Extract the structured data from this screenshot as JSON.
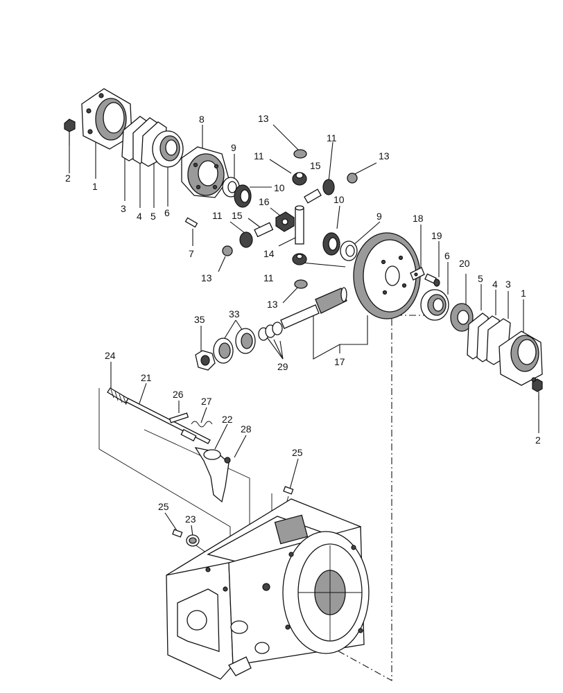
{
  "callouts": {
    "c1a": "1",
    "c2a": "2",
    "c3a": "3",
    "c4a": "4",
    "c5a": "5",
    "c6a": "6",
    "c7": "7",
    "c8": "8",
    "c9a": "9",
    "c10a": "10",
    "c11a": "11",
    "c11b": "11",
    "c11c": "11",
    "c11d": "11",
    "c13a": "13",
    "c13b": "13",
    "c13c": "13",
    "c13d": "13",
    "c14": "14",
    "c15a": "15",
    "c15b": "15",
    "c16": "16",
    "c10b": "10",
    "c9b": "9",
    "c17": "17",
    "c18": "18",
    "c19": "19",
    "c6b": "6",
    "c20": "20",
    "c5b": "5",
    "c4b": "4",
    "c3b": "3",
    "c1b": "1",
    "c2b": "2",
    "c21": "21",
    "c22": "22",
    "c23": "23",
    "c24": "24",
    "c25a": "25",
    "c25b": "25",
    "c26": "26",
    "c27": "27",
    "c28": "28",
    "c29": "29",
    "c33": "33",
    "c35": "35"
  }
}
